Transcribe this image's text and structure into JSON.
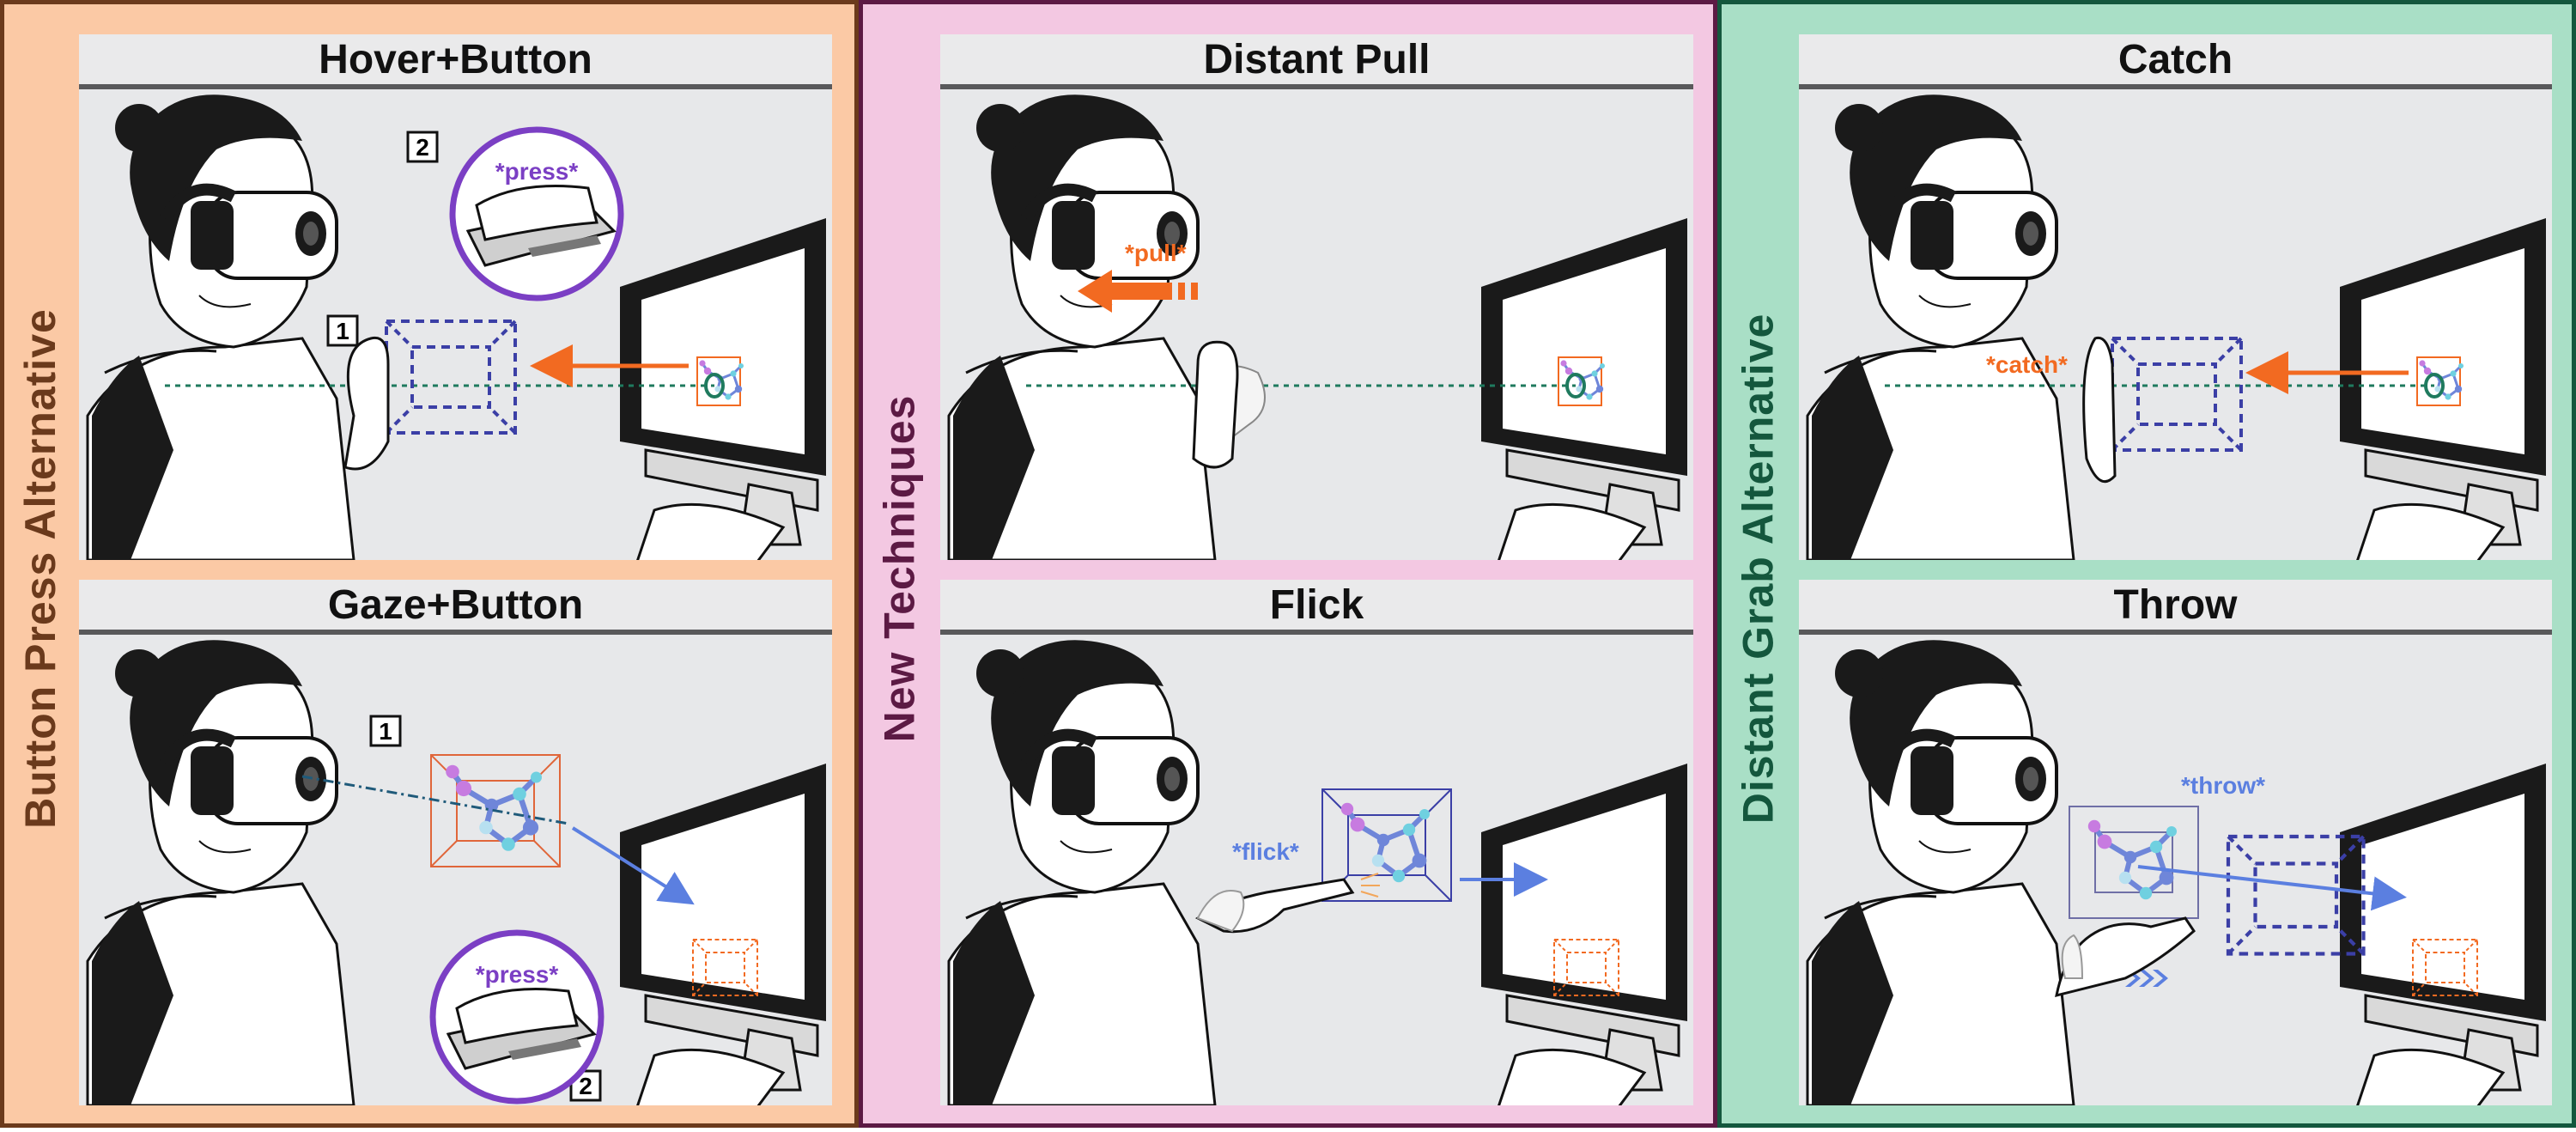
{
  "groups": [
    {
      "label": "Button Press Alternative",
      "color": "#6b3a1c",
      "bg": "#fbc9a5"
    },
    {
      "label": "New Techniques",
      "color": "#5c1a44",
      "bg": "#f3c8e2"
    },
    {
      "label": "Distant Grab Alternative",
      "color": "#14573d",
      "bg": "#a9dfc6"
    }
  ],
  "panels": {
    "hover_button": {
      "title": "Hover+Button",
      "press": "*press*",
      "step1": "1",
      "step2": "2"
    },
    "gaze_button": {
      "title": "Gaze+Button",
      "press": "*press*",
      "step1": "1",
      "step2": "2"
    },
    "distant_pull": {
      "title": "Distant Pull",
      "action": "*pull*"
    },
    "flick": {
      "title": "Flick",
      "action": "*flick*"
    },
    "catch": {
      "title": "Catch",
      "action": "*catch*"
    },
    "throw": {
      "title": "Throw",
      "action": "*throw*"
    }
  },
  "colors": {
    "orange_accent": "#f26a21",
    "blue_accent": "#5b7fe0",
    "purple_ring": "#7b3fc4",
    "dashed_box": "#3b3fa6",
    "gaze_line": "#1f7a5e"
  }
}
